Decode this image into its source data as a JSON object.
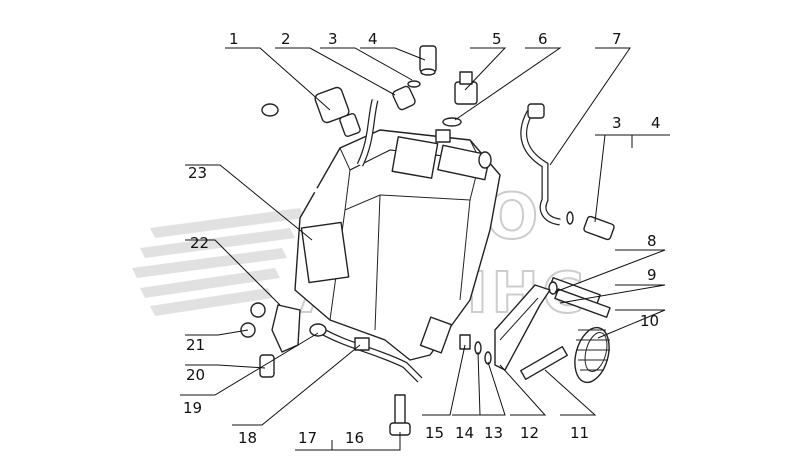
{
  "watermark": {
    "line1": "АВТО",
    "line2": "АЛЬЯНС"
  },
  "callouts": [
    {
      "id": "1",
      "label": "1"
    },
    {
      "id": "2",
      "label": "2"
    },
    {
      "id": "3a",
      "label": "3"
    },
    {
      "id": "4a",
      "label": "4"
    },
    {
      "id": "5",
      "label": "5"
    },
    {
      "id": "6",
      "label": "6"
    },
    {
      "id": "7",
      "label": "7"
    },
    {
      "id": "3b",
      "label": "3"
    },
    {
      "id": "4b",
      "label": "4"
    },
    {
      "id": "8",
      "label": "8"
    },
    {
      "id": "9",
      "label": "9"
    },
    {
      "id": "10",
      "label": "10"
    },
    {
      "id": "11",
      "label": "11"
    },
    {
      "id": "12",
      "label": "12"
    },
    {
      "id": "13",
      "label": "13"
    },
    {
      "id": "14",
      "label": "14"
    },
    {
      "id": "15",
      "label": "15"
    },
    {
      "id": "16",
      "label": "16"
    },
    {
      "id": "17",
      "label": "17"
    },
    {
      "id": "18",
      "label": "18"
    },
    {
      "id": "19",
      "label": "19"
    },
    {
      "id": "20",
      "label": "20"
    },
    {
      "id": "21",
      "label": "21"
    },
    {
      "id": "22",
      "label": "22"
    },
    {
      "id": "23",
      "label": "23"
    }
  ]
}
